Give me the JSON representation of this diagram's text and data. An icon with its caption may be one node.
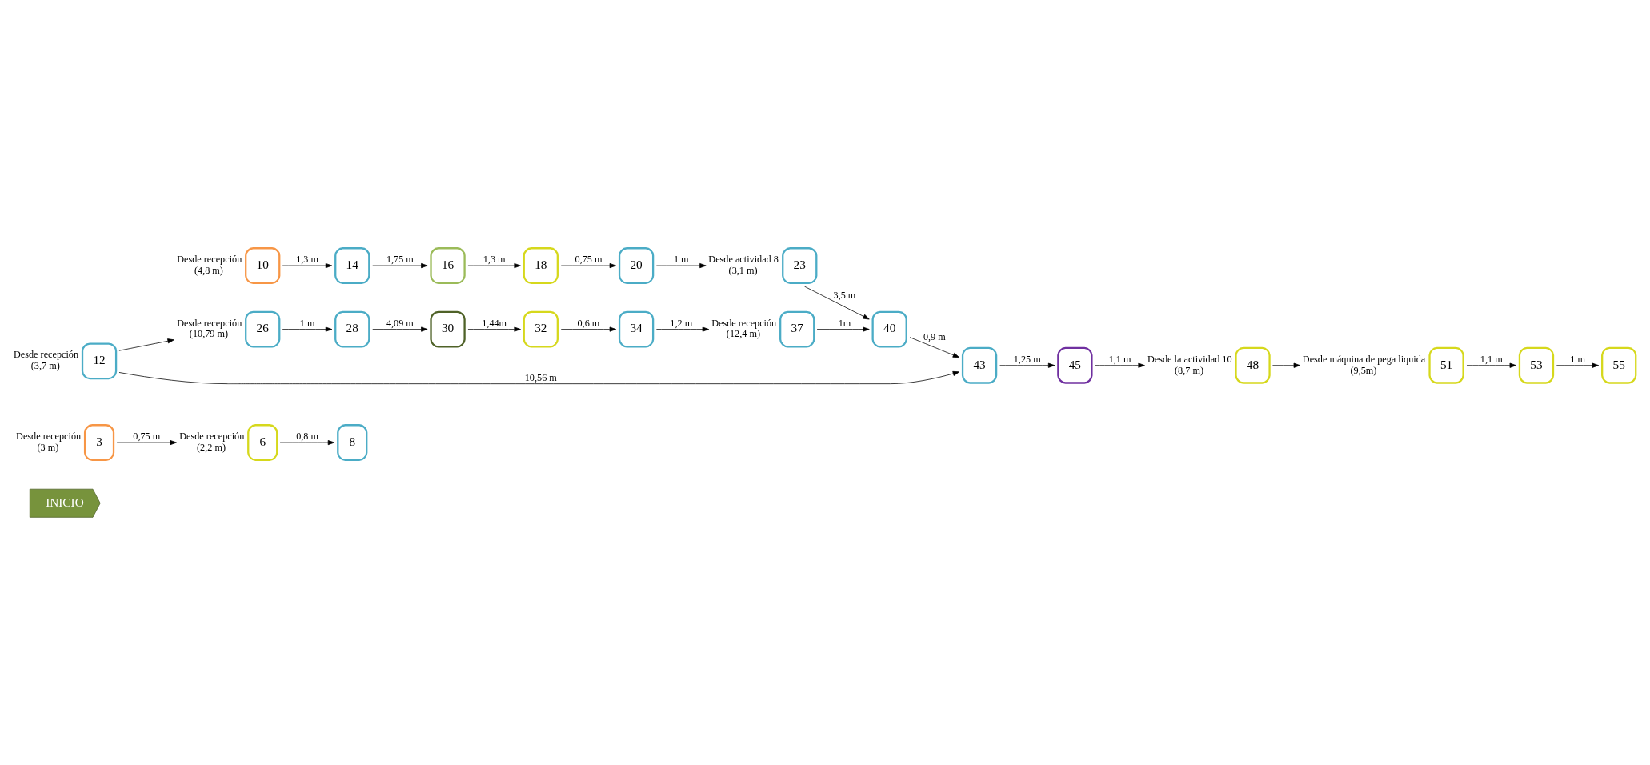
{
  "diagram": {
    "nodes": [
      {
        "text": [
          "INICIO"
        ]
      },
      {
        "text": [
          "3"
        ],
        "beside": [
          "Desde recepción (3 m)"
        ]
      },
      {
        "text": [
          "6"
        ],
        "beside": [
          "Desde recepción (2,2 m)"
        ]
      },
      {
        "text": [
          "8"
        ]
      },
      {
        "text": [
          "10"
        ],
        "beside": [
          "Desde recepción (4,8 m)"
        ]
      },
      {
        "text": [
          "14"
        ]
      },
      {
        "text": [
          "16"
        ]
      },
      {
        "text": [
          "18"
        ]
      },
      {
        "text": [
          "26"
        ],
        "beside": [
          "Desde recepción (10,79 m)"
        ]
      },
      {
        "text": [
          "28"
        ]
      },
      {
        "text": [
          "30"
        ]
      },
      {
        "text": [
          "32"
        ]
      },
      {
        "text": [
          "34"
        ]
      },
      {
        "text": [
          "37"
        ],
        "beside": [
          "Desde recepción (12,4 m)"
        ]
      },
      {
        "text": [
          "20"
        ]
      },
      {
        "text": [
          "12"
        ],
        "beside": [
          "Desde recepción (3,7 m)"
        ]
      },
      {
        "text": [
          "48"
        ],
        "beside": [
          "Desde la actividad 10 (8,7 m)"
        ]
      },
      {
        "text": [
          "45"
        ]
      },
      {
        "text": [
          "43"
        ]
      },
      {
        "text": [
          "40"
        ]
      },
      {
        "text": [
          "23"
        ],
        "beside": [
          "Desde actividad 8 (3,1 m)"
        ]
      },
      {
        "text": [
          "51"
        ],
        "beside": [
          "Desde máquina de pega liquida (9,5m)"
        ]
      },
      {
        "text": [
          "53"
        ]
      },
      {
        "text": [
          "55"
        ]
      }
    ],
    "edges": [
      {
        "from": 1,
        "to": 2,
        "arrow": "to",
        "label": "0,75 m"
      },
      {
        "from": 2,
        "to": 3,
        "arrow": "to",
        "label": "0,8 m"
      },
      {
        "from": 4,
        "to": 5,
        "arrow": "to",
        "label": "1,3 m"
      },
      {
        "from": 5,
        "to": 6,
        "arrow": "to",
        "label": "1,75 m"
      },
      {
        "from": 6,
        "to": 7,
        "arrow": "to",
        "label": "1,3 m"
      },
      {
        "from": 7,
        "to": 14,
        "arrow": "to",
        "label": "0,75 m"
      },
      {
        "from": 8,
        "to": 9,
        "arrow": "to",
        "label": "1 m"
      },
      {
        "from": 9,
        "to": 10,
        "arrow": "to",
        "label": "4,09 m"
      },
      {
        "from": 10,
        "to": 11,
        "arrow": "to",
        "label": "1,44m"
      },
      {
        "from": 11,
        "to": 12,
        "arrow": "to",
        "label": "0,6 m"
      },
      {
        "from": 12,
        "to": 13,
        "arrow": "to",
        "label": "1,2 m"
      },
      {
        "from": 13,
        "to": 19,
        "arrow": "to",
        "label": "1m"
      },
      {
        "from": 14,
        "to": 20,
        "arrow": "to",
        "label": "1 m"
      },
      {
        "from": 15,
        "to": 8,
        "arrow": "to"
      },
      {
        "from": 15,
        "to": 18,
        "arrow": "to",
        "label": "10,56 m"
      },
      {
        "from": 20,
        "to": 19,
        "arrow": "to",
        "label": "3,5 m"
      },
      {
        "from": 19,
        "to": 18,
        "arrow": "to",
        "label": "0,9 m"
      },
      {
        "from": 18,
        "to": 17,
        "arrow": "to",
        "label": "1,25 m"
      },
      {
        "from": 17,
        "to": 16,
        "arrow": "to",
        "label": "1,1 m"
      },
      {
        "from": 16,
        "to": 21,
        "arrow": "to"
      },
      {
        "from": 21,
        "to": 22,
        "arrow": "to",
        "label": "1,1 m"
      },
      {
        "from": 22,
        "to": 23,
        "arrow": "to",
        "label": "1 m"
      }
    ]
  }
}
